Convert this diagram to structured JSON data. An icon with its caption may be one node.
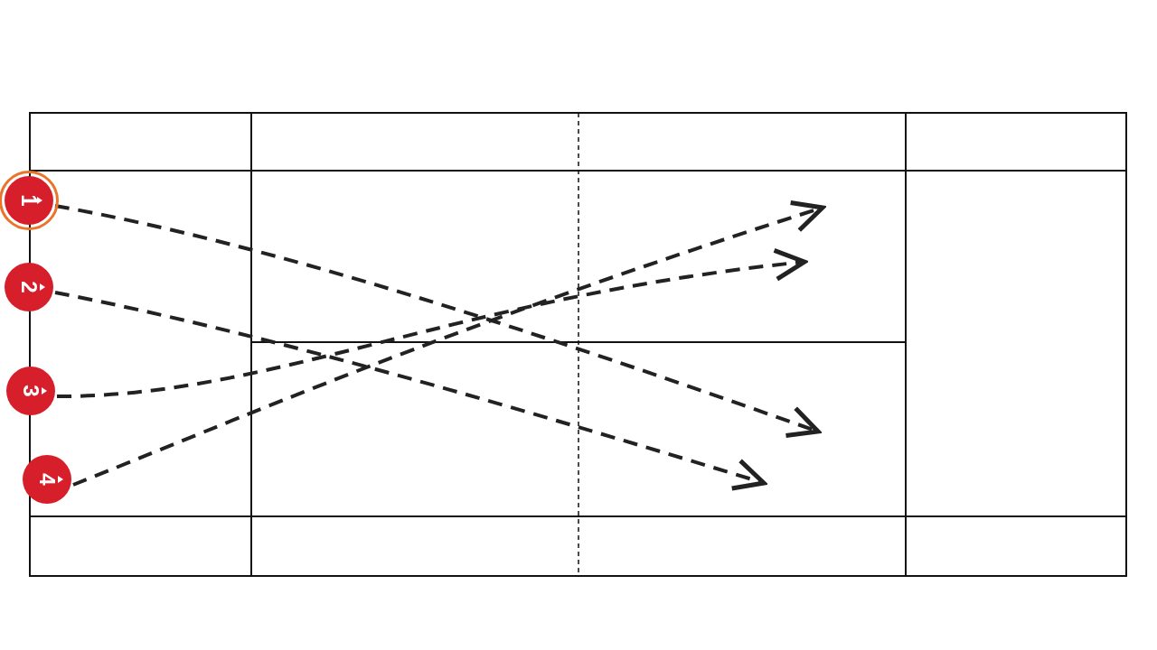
{
  "diagram": {
    "nodes": [
      {
        "text": [
          "1"
        ]
      },
      {
        "text": [
          "2"
        ]
      },
      {
        "text": [
          "3"
        ]
      },
      {
        "text": [
          "4"
        ]
      }
    ],
    "edges": [
      {
        "from": 0,
        "to": null,
        "arrow": "to",
        "style": "dashed"
      },
      {
        "from": 1,
        "to": null,
        "arrow": "to",
        "style": "dashed"
      },
      {
        "from": 2,
        "to": null,
        "arrow": "to",
        "style": "dashed"
      },
      {
        "from": 3,
        "to": null,
        "arrow": "to",
        "style": "dashed"
      }
    ]
  }
}
